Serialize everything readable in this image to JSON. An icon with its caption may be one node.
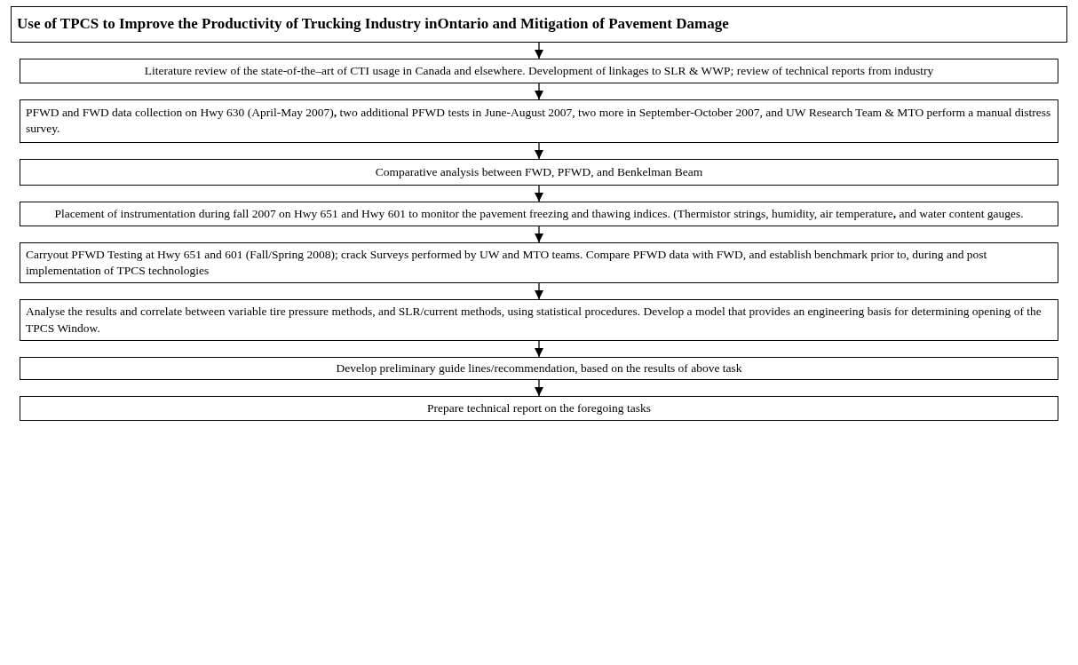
{
  "diagram": {
    "nodes": [
      {
        "text": [
          "Use of TPCS to Improve the Productivity of Trucking Industry inOntario and Mitigation of Pavement Damage"
        ]
      },
      {
        "text": [
          "Literature review of the state-of-the–art of CTI usage in Canada and elsewhere. Development of linkages to SLR & WWP; review of technical reports from industry"
        ]
      },
      {
        "text": [
          "PFWD and FWD data collection on Hwy 630 (April-May 2007)**,** two additional PFWD tests in June-August 2007, two more in September-October 2007, and UW Research Team & MTO perform a manual distress survey."
        ]
      },
      {
        "text": [
          "Comparative analysis between FWD, PFWD, and Benkelman Beam"
        ]
      },
      {
        "text": [
          "Placement of instrumentation during fall 2007 on Hwy 651 and Hwy 601 to monitor the pavement freezing and thawing indices. (Thermistor strings, humidity, air temperature**,** and water content gauges."
        ]
      },
      {
        "text": [
          "Carryout PFWD Testing at Hwy 651 and 601 (Fall/Spring 2008); crack Surveys performed by UW and MTO teams. Compare PFWD data with FWD, and establish benchmark prior to, during and post implementation of TPCS technologies"
        ]
      },
      {
        "text": [
          "Analyse the results and correlate between variable tire pressure methods, and SLR/current methods, using statistical procedures. Develop a model that provides an engineering basis for determining opening of the TPCS Window."
        ]
      },
      {
        "text": [
          "Develop preliminary guide lines/recommendation, based on the results of above task"
        ]
      },
      {
        "text": [
          "Prepare technical report on the foregoing tasks"
        ]
      }
    ],
    "edges": [
      {
        "from": 0,
        "to": 1,
        "arrow": "to"
      },
      {
        "from": 1,
        "to": 2,
        "arrow": "to"
      },
      {
        "from": 2,
        "to": 3,
        "arrow": "to"
      },
      {
        "from": 3,
        "to": 4,
        "arrow": "to"
      },
      {
        "from": 4,
        "to": 5,
        "arrow": "to"
      },
      {
        "from": 5,
        "to": 6,
        "arrow": "to"
      },
      {
        "from": 6,
        "to": 7,
        "arrow": "to"
      },
      {
        "from": 7,
        "to": 8,
        "arrow": "to"
      }
    ]
  }
}
